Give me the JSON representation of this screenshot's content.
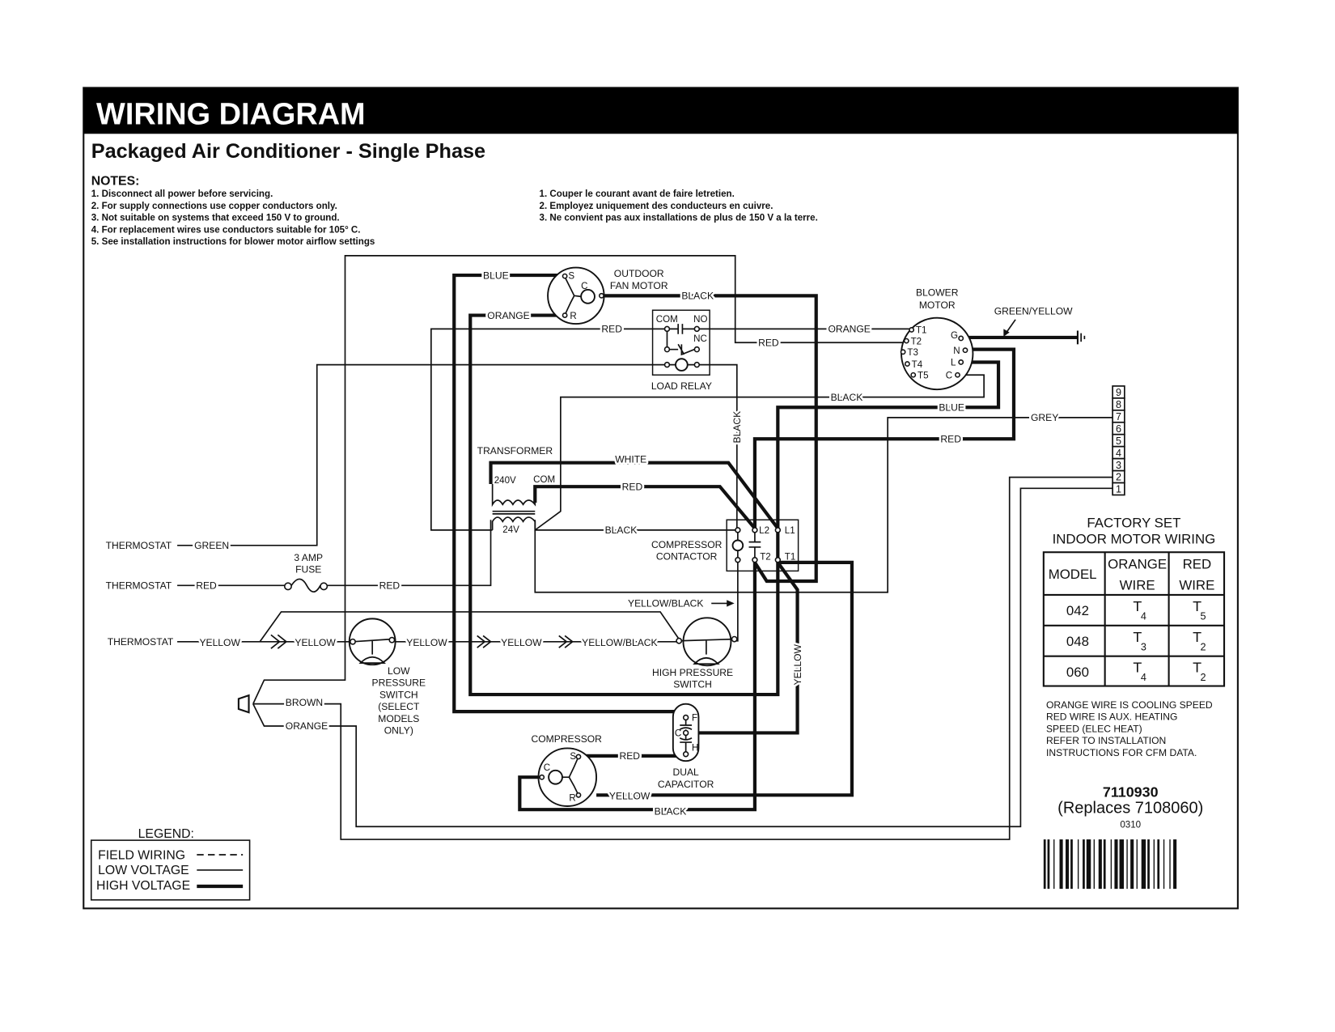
{
  "header": {
    "title": "WIRING DIAGRAM",
    "subtitle": "Packaged Air Conditioner - Single Phase"
  },
  "notes": {
    "heading": "NOTES:",
    "english": [
      "1. Disconnect all power before servicing.",
      "2. For supply connections use copper conductors only.",
      "3. Not suitable on systems that exceed 150 V to ground.",
      "4. For replacement wires use conductors suitable for 105° C.",
      "5. See installation instructions for blower motor airflow settings"
    ],
    "french": [
      "1. Couper le courant avant de faire letretien.",
      "2. Employez uniquement des conducteurs en cuivre.",
      "3. Ne convient pas aux installations de plus de 150 V a la terre."
    ]
  },
  "components": {
    "outdoor_fan_motor": [
      "OUTDOOR",
      "FAN MOTOR"
    ],
    "fan_terminals": {
      "s": "S",
      "c": "C",
      "r": "R"
    },
    "load_relay": "LOAD RELAY",
    "relay_terminals": {
      "com": "COM",
      "no": "NO",
      "nc": "NC"
    },
    "blower_motor": [
      "BLOWER",
      "MOTOR"
    ],
    "blower_terminals": {
      "t1": "T1",
      "t2": "T2",
      "t3": "T3",
      "t4": "T4",
      "t5": "T5",
      "g": "G",
      "n": "N",
      "l": "L",
      "c": "C"
    },
    "transformer": "TRANSFORMER",
    "transformer_terminals": {
      "primary": "240V",
      "com": "COM",
      "secondary": "24V"
    },
    "compressor_contactor": [
      "COMPRESSOR",
      "CONTACTOR"
    ],
    "contactor_terminals": {
      "l2": "L2",
      "l1": "L1",
      "t2": "T2",
      "t1": "T1"
    },
    "fuse": [
      "3 AMP",
      "FUSE"
    ],
    "low_pressure_switch": [
      "LOW",
      "PRESSURE",
      "SWITCH",
      "(SELECT",
      "MODELS",
      "ONLY)"
    ],
    "high_pressure_switch": [
      "HIGH PRESSURE",
      "SWITCH"
    ],
    "compressor": "COMPRESSOR",
    "compressor_terminals": {
      "s": "S",
      "c": "C",
      "r": "R"
    },
    "dual_capacitor": [
      "DUAL",
      "CAPACITOR"
    ],
    "capacitor_terminals": {
      "f": "F",
      "c": "C",
      "h": "H"
    }
  },
  "thermostat": {
    "label": "THERMOSTAT",
    "green": "GREEN",
    "red": "RED",
    "yellow": "YELLOW"
  },
  "wire_labels": {
    "fan_blue": "BLUE",
    "fan_orange": "ORANGE",
    "fan_black": "BLACK",
    "relay_red": "RED",
    "blower_red": "RED",
    "relay_orange": "ORANGE",
    "blower_black": "BLACK",
    "blower_blue": "BLUE",
    "blower_red_hv": "RED",
    "grey": "GREY",
    "ground": "GREEN/YELLOW",
    "relay_black_vertical": "BLACK",
    "transformer_white": "WHITE",
    "transformer_red": "RED",
    "transformer_black": "BLACK",
    "fuse_red": "RED",
    "yellow_1": "YELLOW",
    "yellow_2": "YELLOW",
    "yellow_3": "YELLOW",
    "yellow_black_1": "YELLOW/BLACK",
    "yellow_black_2": "YELLOW/BLACK",
    "brown": "BROWN",
    "orange": "ORANGE",
    "cap_yellow_vertical": "YELLOW",
    "compressor_red": "RED",
    "compressor_yellow": "YELLOW",
    "compressor_black": "BLACK"
  },
  "terminal_strip": [
    "9",
    "8",
    "7",
    "6",
    "5",
    "4",
    "3",
    "2",
    "1"
  ],
  "factory_table": {
    "title": [
      "FACTORY SET",
      "INDOOR MOTOR WIRING"
    ],
    "headers": {
      "model": "MODEL",
      "orange": [
        "ORANGE",
        "WIRE"
      ],
      "red": [
        "RED",
        "WIRE"
      ]
    },
    "rows": [
      {
        "model": "042",
        "orange": {
          "t": "T",
          "n": "4"
        },
        "red": {
          "t": "T",
          "n": "5"
        }
      },
      {
        "model": "048",
        "orange": {
          "t": "T",
          "n": "3"
        },
        "red": {
          "t": "T",
          "n": "2"
        }
      },
      {
        "model": "060",
        "orange": {
          "t": "T",
          "n": "4"
        },
        "red": {
          "t": "T",
          "n": "2"
        }
      }
    ],
    "footnote": [
      "ORANGE WIRE IS COOLING SPEED",
      "RED WIRE IS AUX. HEATING",
      "SPEED (ELEC HEAT)",
      "REFER TO INSTALLATION",
      "INSTRUCTIONS FOR CFM DATA."
    ]
  },
  "part": {
    "number": "7110930",
    "replaces": "(Replaces 7108060)",
    "date_code": "0310"
  },
  "legend": {
    "title": "LEGEND:",
    "items": [
      "FIELD WIRING",
      "LOW VOLTAGE",
      "HIGH VOLTAGE"
    ]
  }
}
